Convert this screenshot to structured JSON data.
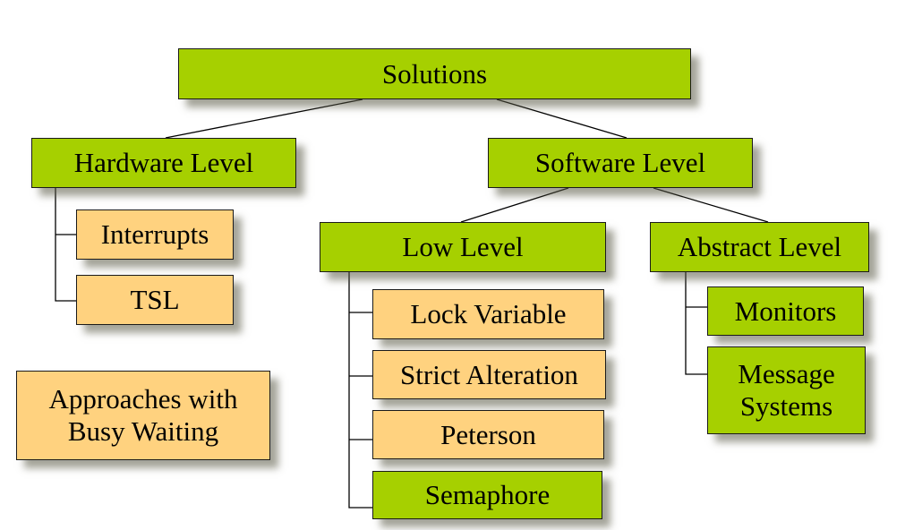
{
  "colors": {
    "category": "#a6d000",
    "technique": "#ffd27f",
    "line": "#000000"
  },
  "root": {
    "label": "Solutions"
  },
  "hardware": {
    "label": "Hardware Level",
    "items": [
      "Interrupts",
      "TSL"
    ]
  },
  "software": {
    "label": "Software Level",
    "low": {
      "label": "Low Level",
      "items": [
        "Lock Variable",
        "Strict Alteration",
        "Peterson",
        "Semaphore"
      ]
    },
    "abstract": {
      "label": "Abstract Level",
      "items": [
        "Monitors",
        "Message",
        "Systems"
      ]
    }
  },
  "legend": {
    "line1": "Approaches with",
    "line2": "Busy Waiting"
  }
}
